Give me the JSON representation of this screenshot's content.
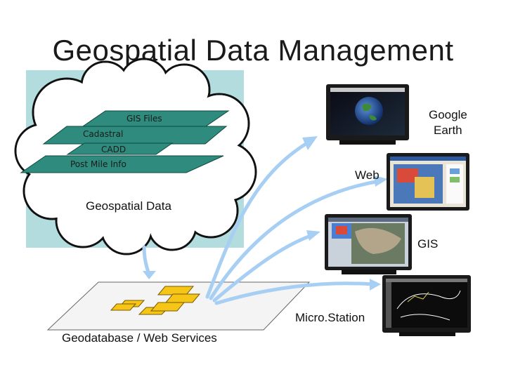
{
  "title": "Geospatial Data Management",
  "cloud": {
    "caption": "Geospatial Data",
    "layers": [
      "GIS Files",
      "Cadastral",
      "CADD",
      "Post Mile Info"
    ]
  },
  "geodatabase": {
    "label": "Geodatabase / Web Services"
  },
  "outputs": [
    {
      "id": "google-earth",
      "label_line1": "Google",
      "label_line2": "Earth"
    },
    {
      "id": "web",
      "label": "Web"
    },
    {
      "id": "gis",
      "label": "GIS"
    },
    {
      "id": "microstation",
      "label": "Micro.Station"
    }
  ],
  "colors": {
    "cloud_bg": "#b2dcde",
    "layer_fill": "#2e8b7e",
    "arrow": "#a6cff3",
    "tile": "#f5c518"
  }
}
